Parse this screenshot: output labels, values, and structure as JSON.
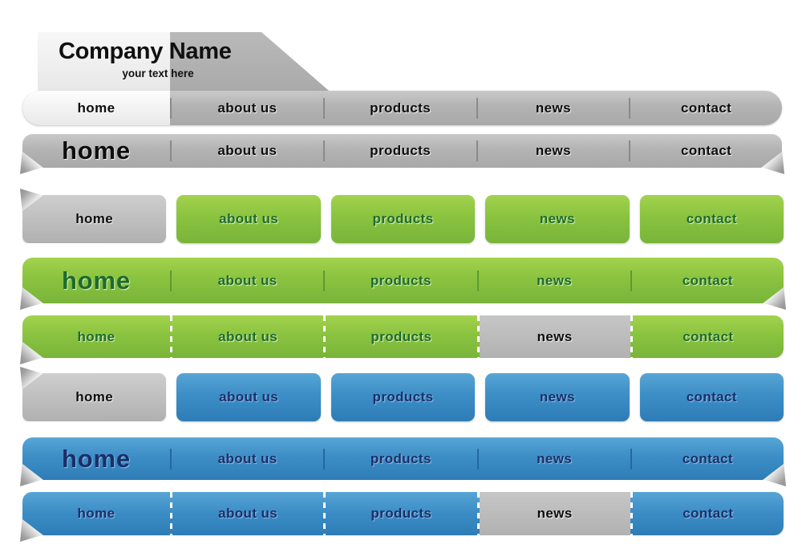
{
  "header": {
    "title": "Company Name",
    "subtitle": "your text here"
  },
  "colors": {
    "green": "#8ac33f",
    "blue": "#3c8ec6",
    "gray": "#b3b3b3",
    "green_text": "#1d6b2e",
    "blue_text": "#1b2e6a",
    "highlight_gray": "#b9b9b9"
  },
  "menus": [
    {
      "id": "gray-pill-attached-to-header",
      "active_item": "home",
      "items": [
        "home",
        "about us",
        "products",
        "news",
        "contact"
      ]
    },
    {
      "id": "gray-bar-large-home",
      "items": [
        "home",
        "about us",
        "products",
        "news",
        "contact"
      ]
    },
    {
      "id": "green-buttons-with-gray-home",
      "items": [
        "home",
        "about us",
        "products",
        "news",
        "contact"
      ]
    },
    {
      "id": "green-bar-large-home",
      "items": [
        "home",
        "about us",
        "products",
        "news",
        "contact"
      ]
    },
    {
      "id": "green-bar-dashed",
      "active_item": "news",
      "items": [
        "home",
        "about us",
        "products",
        "news",
        "contact"
      ]
    },
    {
      "id": "blue-buttons-with-gray-home",
      "items": [
        "home",
        "about us",
        "products",
        "news",
        "contact"
      ]
    },
    {
      "id": "blue-bar-large-home",
      "items": [
        "home",
        "about us",
        "products",
        "news",
        "contact"
      ]
    },
    {
      "id": "blue-bar-dashed",
      "active_item": "news",
      "items": [
        "home",
        "about us",
        "products",
        "news",
        "contact"
      ]
    }
  ]
}
